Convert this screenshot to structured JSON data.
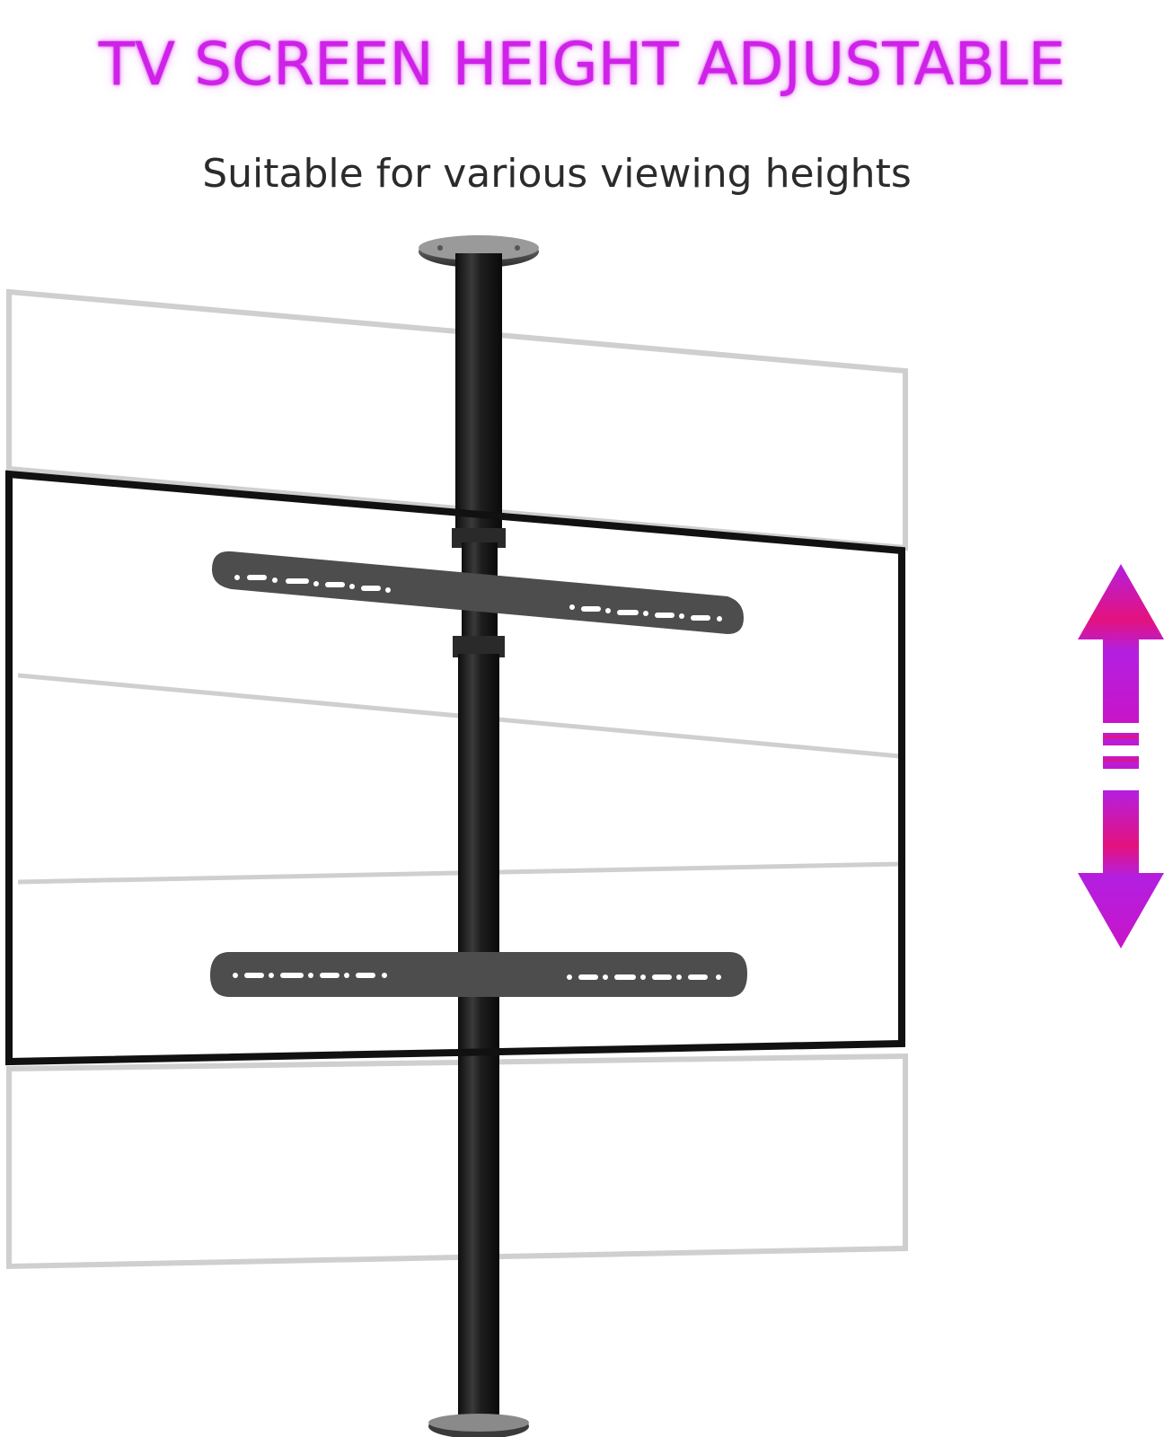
{
  "headline": "TV SCREEN HEIGHT ADJUSTABLE",
  "subheadline": "Suitable for various viewing heights",
  "colors": {
    "headline": "#cf21e8",
    "subheadline": "#2b2b2b",
    "arrow_top": "#b31fe0",
    "arrow_mid": "#e4127e",
    "arrow_bottom": "#c814c8",
    "pole": "#1c1c1c",
    "bracket": "#4a4a4a",
    "screen_outline_active": "#111111",
    "screen_outline_ghost": "#c9c9c9"
  },
  "icons": [
    "height-adjust-arrow-icon",
    "mounting-pole",
    "vesa-bracket"
  ]
}
